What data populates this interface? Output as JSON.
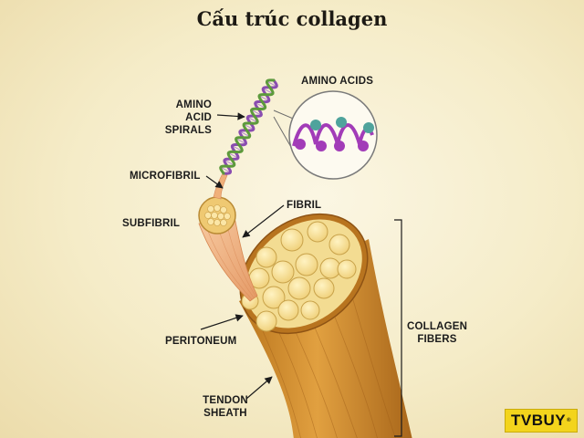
{
  "title": "Cấu trúc collagen",
  "labels": {
    "amino_acid_spirals": [
      "AMINO",
      "ACID",
      "SPIRALS"
    ],
    "amino_acids": "AMINO ACIDS",
    "microfibril": "MICROFIBRIL",
    "subfibril": "SUBFIBRIL",
    "fibril": "FIBRIL",
    "peritoneum": "PERITONEUM",
    "tendon_sheath": [
      "TENDON",
      "SHEATH"
    ],
    "collagen_fibers": [
      "COLLAGEN",
      "FIBERS"
    ]
  },
  "logo": {
    "text": "TVBUY",
    "mark": "®"
  },
  "colors": {
    "background": "#f5ecc8",
    "tendon": "#d8932e",
    "fibril_bundle": "#f6e09a",
    "helix_purple": "#8a4db0",
    "helix_green": "#5d9a3c",
    "amino_purple": "#a23cb8",
    "amino_teal": "#4fa39c",
    "logo_bg": "#f3d41c"
  }
}
